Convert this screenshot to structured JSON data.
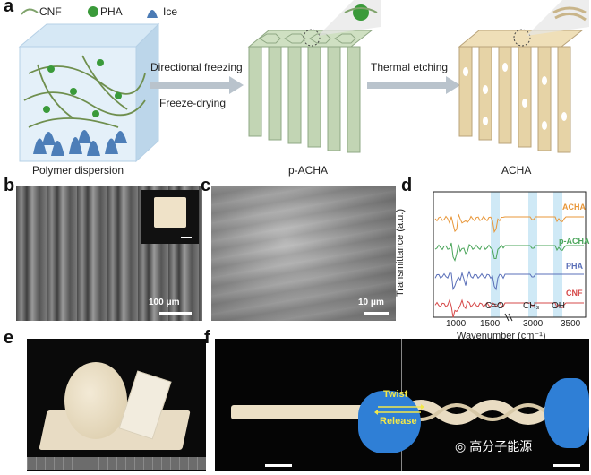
{
  "panels": {
    "a": {
      "label": "a",
      "legend": [
        "CNF",
        "PHA",
        "Ice"
      ],
      "dispersion_label": "Polymer dispersion",
      "arrow1_top": "Directional freezing",
      "arrow1_bottom": "Freeze-drying",
      "pacha_label": "p-ACHA",
      "arrow2_top": "Thermal etching",
      "acha_label": "ACHA"
    },
    "b": {
      "label": "b",
      "scale_text": "100 μm"
    },
    "c": {
      "label": "c",
      "scale_text": "10 μm"
    },
    "d": {
      "label": "d"
    },
    "e": {
      "label": "e"
    },
    "f": {
      "label": "f",
      "twist": "Twist",
      "release": "Release"
    }
  },
  "watermark": "高分子能源",
  "chart_data": {
    "type": "line",
    "xlabel": "Wavenumber (cm⁻¹)",
    "ylabel": "Transmittance (a.u.)",
    "xticks": [
      "1000",
      "1500",
      "3000",
      "3500"
    ],
    "axis_break": true,
    "series": [
      {
        "name": "ACHA",
        "color": "#e8973a",
        "offset": 3
      },
      {
        "name": "p-ACHA",
        "color": "#4aa55a",
        "offset": 2
      },
      {
        "name": "PHA",
        "color": "#5a6fb8",
        "offset": 1
      },
      {
        "name": "CNF",
        "color": "#d64848",
        "offset": 0
      }
    ],
    "annotations": [
      "C=O",
      "CH₃",
      "OH"
    ],
    "highlight_color": "#cfe9f6"
  }
}
